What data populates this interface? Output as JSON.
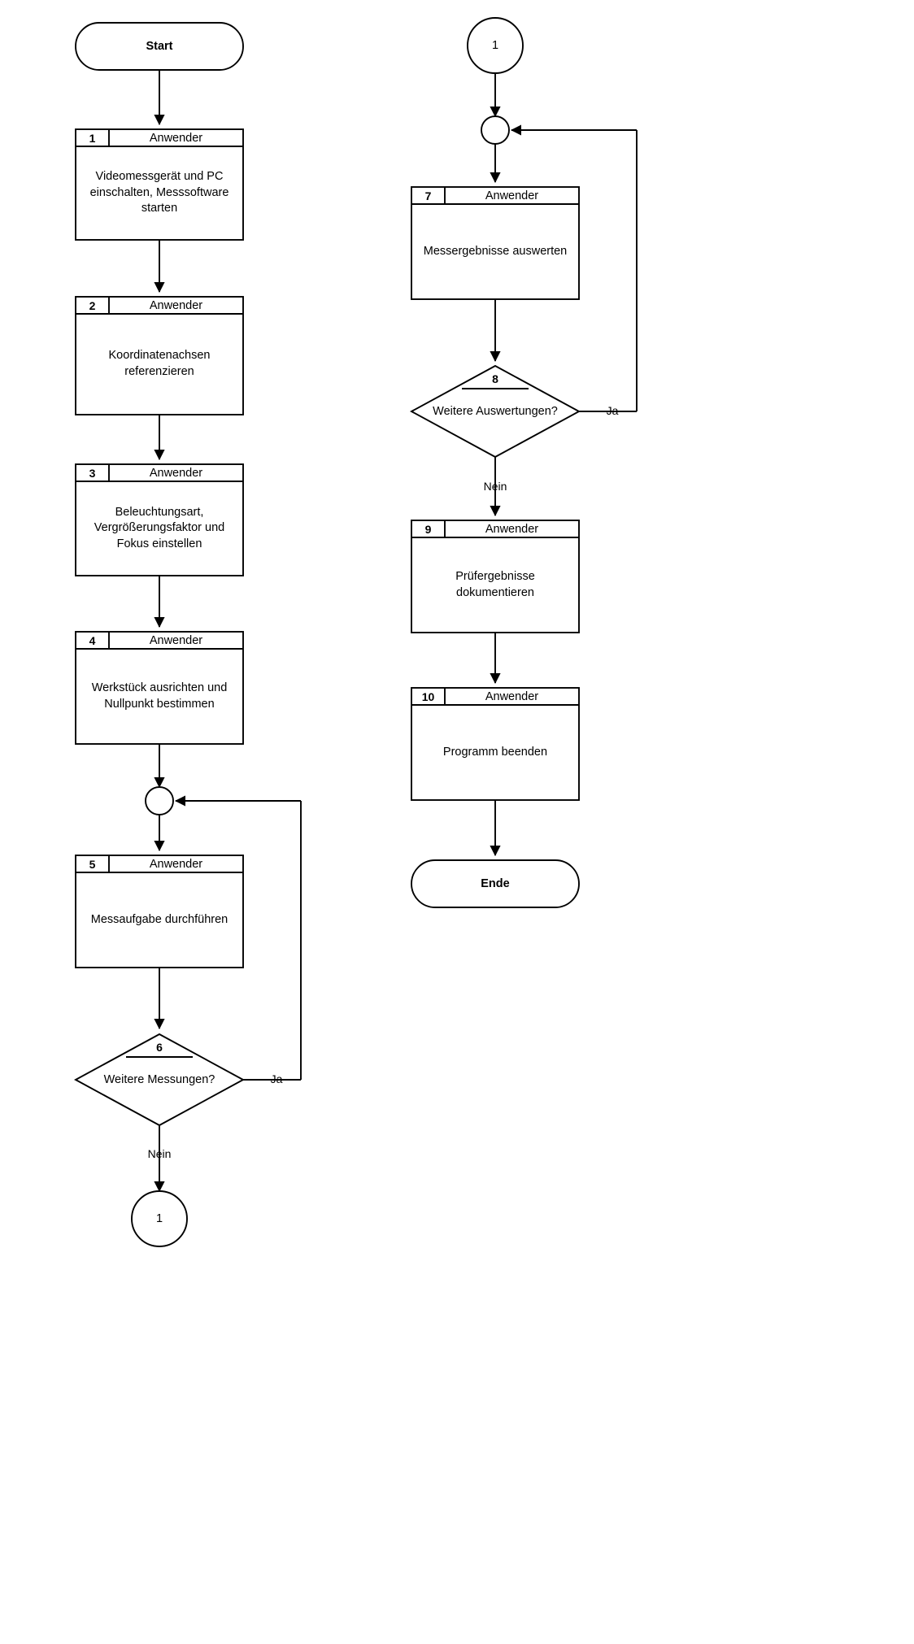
{
  "diagram": {
    "title_visible": false,
    "stroke_color": "#000000",
    "fill_color": "#ffffff",
    "language": "de"
  },
  "terminators": [
    {
      "id": "start",
      "label": "Start"
    },
    {
      "id": "end",
      "label": "Ende"
    }
  ],
  "connectors": [
    {
      "id": "conn-out",
      "label": "1"
    },
    {
      "id": "conn-in",
      "label": "1"
    }
  ],
  "merge_nodes": [
    {
      "id": "merge-left",
      "label": ""
    },
    {
      "id": "merge-right",
      "label": ""
    }
  ],
  "steps": [
    {
      "num": "1",
      "role": "Anwender",
      "text": "Videomessgerät und PC\neinschalten, Messsoftware\nstarten"
    },
    {
      "num": "2",
      "role": "Anwender",
      "text": "Koordinatenachsen\nreferenzieren"
    },
    {
      "num": "3",
      "role": "Anwender",
      "text": "Beleuchtungsart,\nVergrößerungsfaktor und\nFokus einstellen"
    },
    {
      "num": "4",
      "role": "Anwender",
      "text": "Werkstück ausrichten und\nNullpunkt bestimmen"
    },
    {
      "num": "5",
      "role": "Anwender",
      "text": "Messaufgabe durchführen"
    },
    {
      "num": "7",
      "role": "Anwender",
      "text": "Messergebnisse auswerten"
    },
    {
      "num": "9",
      "role": "Anwender",
      "text": "Prüfergebnisse\ndokumentieren"
    },
    {
      "num": "10",
      "role": "Anwender",
      "text": "Programm beenden"
    }
  ],
  "decisions": [
    {
      "num": "6",
      "text": "Weitere Messungen?",
      "yes_label": "Ja",
      "no_label": "Nein"
    },
    {
      "num": "8",
      "text": "Weitere Auswertungen?",
      "yes_label": "Ja",
      "no_label": "Nein"
    }
  ]
}
